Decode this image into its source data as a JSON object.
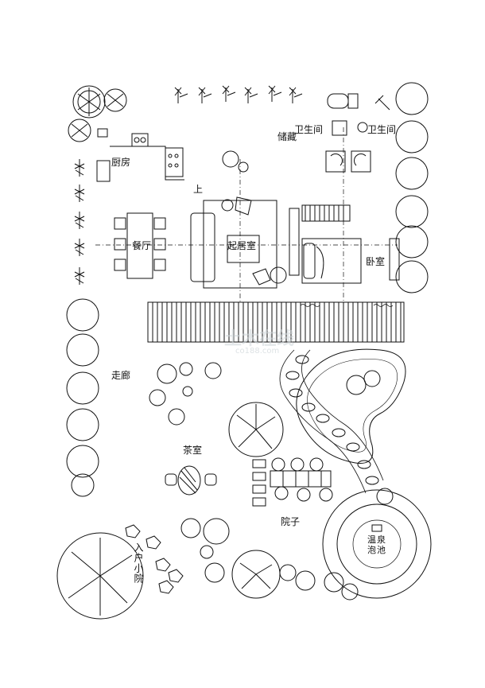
{
  "plan": {
    "labels": {
      "kitchen": "厨房",
      "up": "上",
      "storage": "储藏",
      "bath_left": "卫生间",
      "bath_right": "卫生间",
      "dining": "餐厅",
      "living": "起居室",
      "bedroom": "卧室",
      "corridor": "走廊",
      "tea_room": "茶室",
      "yard": "院子",
      "hot_spring": "温泉泡池",
      "entry_court": "入户小院"
    },
    "watermark": "土木在线",
    "watermark_url": "co188.com"
  }
}
